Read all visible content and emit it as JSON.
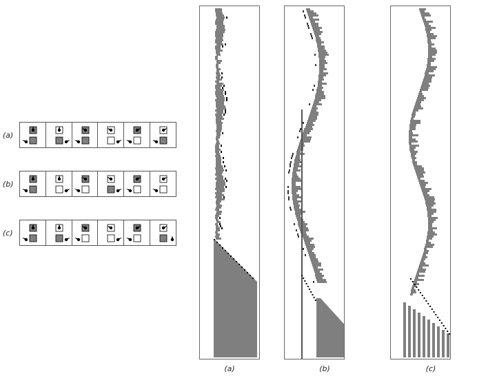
{
  "rule_tables": [
    {
      "label": "(a)",
      "cases": [
        {
          "top": "dark",
          "head": "down",
          "bottom": "dark",
          "dir": "left"
        },
        {
          "top": "light",
          "head": "down",
          "bottom": "dark",
          "dir": "right"
        },
        {
          "top": "dark",
          "head": "left",
          "bottom": "dark",
          "dir": "left"
        },
        {
          "top": "light",
          "head": "left",
          "bottom": "light",
          "dir": "right"
        },
        {
          "top": "dark",
          "head": "right",
          "bottom": "light",
          "dir": "left"
        },
        {
          "top": "light",
          "head": "right",
          "bottom": "dark",
          "dir": "left"
        }
      ]
    },
    {
      "label": "(b)",
      "cases": [
        {
          "top": "dark",
          "head": "down",
          "bottom": "dark",
          "dir": "left"
        },
        {
          "top": "light",
          "head": "down",
          "bottom": "light",
          "dir": "right"
        },
        {
          "top": "dark",
          "head": "left",
          "bottom": "light",
          "dir": "left"
        },
        {
          "top": "light",
          "head": "left",
          "bottom": "dark",
          "dir": "right"
        },
        {
          "top": "dark",
          "head": "right",
          "bottom": "light",
          "dir": "left"
        },
        {
          "top": "light",
          "head": "right",
          "bottom": "light",
          "dir": "left"
        }
      ]
    },
    {
      "label": "(c)",
      "cases": [
        {
          "top": "dark",
          "head": "down",
          "bottom": "dark",
          "dir": "left"
        },
        {
          "top": "light",
          "head": "down",
          "bottom": "dark",
          "dir": "right"
        },
        {
          "top": "dark",
          "head": "left",
          "bottom": "light",
          "dir": "left"
        },
        {
          "top": "light",
          "head": "left",
          "bottom": "light",
          "dir": "right"
        },
        {
          "top": "dark",
          "head": "right",
          "bottom": "light",
          "dir": "left"
        },
        {
          "top": "light",
          "head": "right",
          "bottom": "dark",
          "dir": "down"
        }
      ]
    }
  ],
  "evolution_panels": [
    {
      "caption": "(a)"
    },
    {
      "caption": "(b)"
    },
    {
      "caption": "(c)"
    }
  ],
  "colors": {
    "cell_dark": "#7f7f7f",
    "cell_light": "#ffffff",
    "head": "#000000",
    "frame": "#555555"
  }
}
